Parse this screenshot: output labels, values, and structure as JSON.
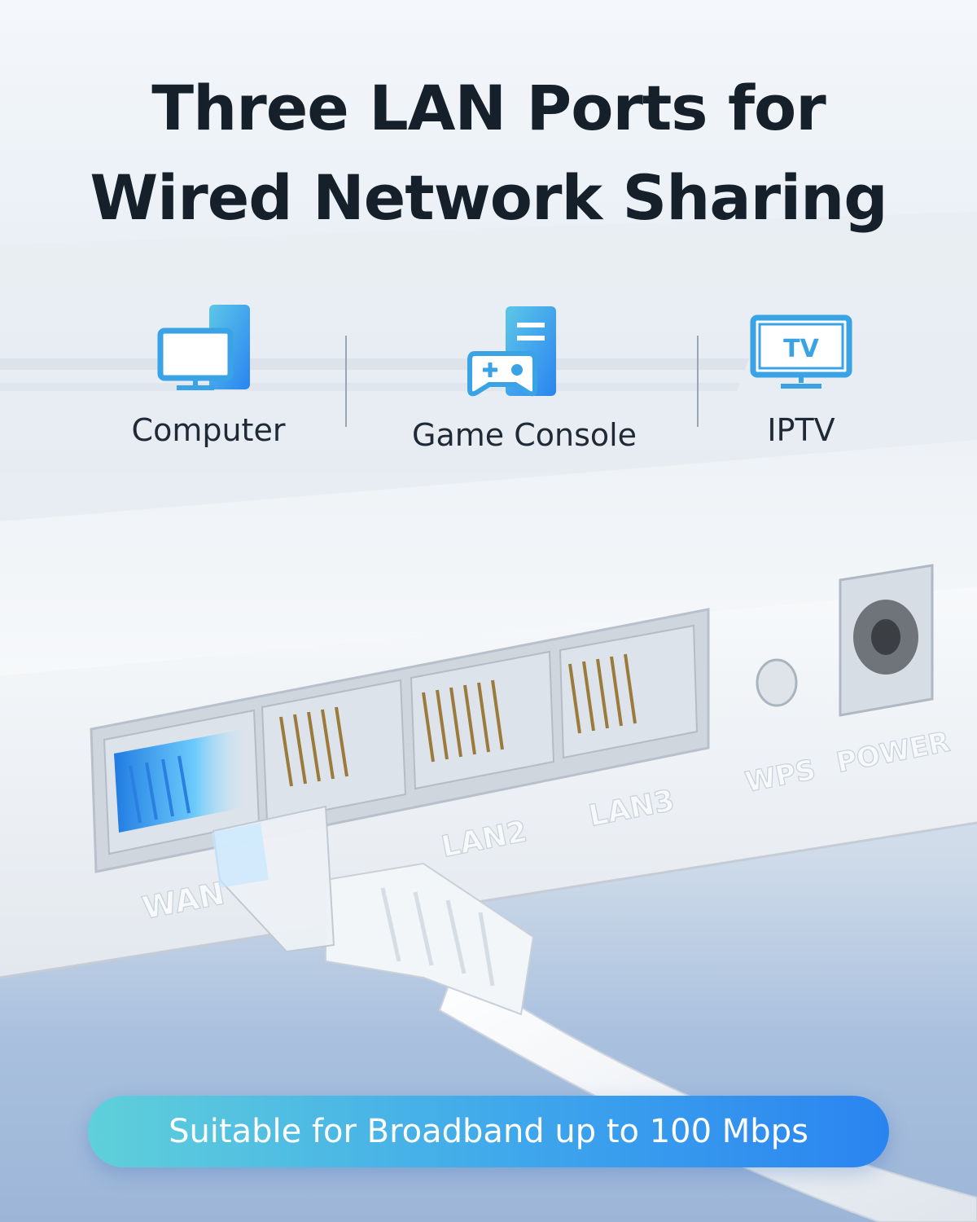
{
  "headline": {
    "line1": "Three LAN Ports for",
    "line2": "Wired Network Sharing"
  },
  "devices": [
    {
      "label": "Computer",
      "icon": "computer-monitor-icon"
    },
    {
      "label": "Game Console",
      "icon": "game-console-icon"
    },
    {
      "label": "IPTV",
      "icon": "tv-icon"
    }
  ],
  "tv_icon_text": "TV",
  "router": {
    "port_labels": {
      "wan": "WAN",
      "lan2": "LAN2",
      "lan3": "LAN3",
      "wps": "WPS",
      "power": "POWER"
    }
  },
  "banner": {
    "text": "Suitable for Broadband up to 100 Mbps"
  },
  "colors": {
    "accent_blue": "#2a84f0",
    "accent_cyan": "#5fd0da",
    "icon_blue": "#3aa3ea",
    "headline": "#15202b"
  }
}
